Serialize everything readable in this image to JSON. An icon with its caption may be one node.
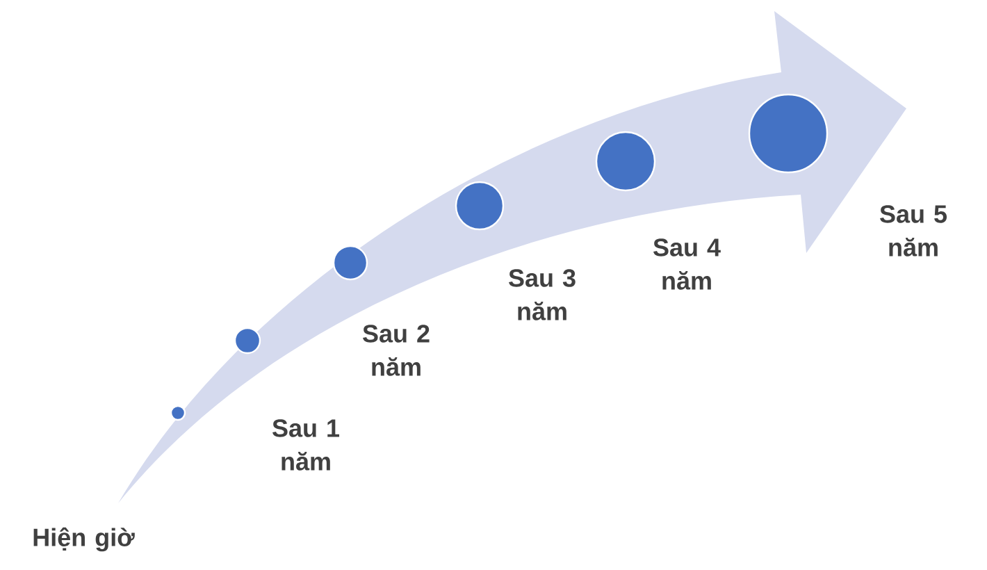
{
  "diagram": {
    "nodes": [
      {
        "text": [],
        "shape": "circle"
      },
      {
        "text": [],
        "shape": "circle",
        "beside": [
          "Sau 1 năm"
        ]
      },
      {
        "text": [],
        "shape": "circle",
        "beside": [
          "Sau 2 năm"
        ]
      },
      {
        "text": [],
        "shape": "circle",
        "beside": [
          "Sau 3 năm"
        ]
      },
      {
        "text": [],
        "shape": "circle",
        "beside": [
          "Sau 4 năm"
        ]
      },
      {
        "text": [],
        "shape": "circle",
        "beside": [
          "Sau 5 năm"
        ]
      }
    ],
    "labels": [
      "Hiện giờ"
    ]
  }
}
